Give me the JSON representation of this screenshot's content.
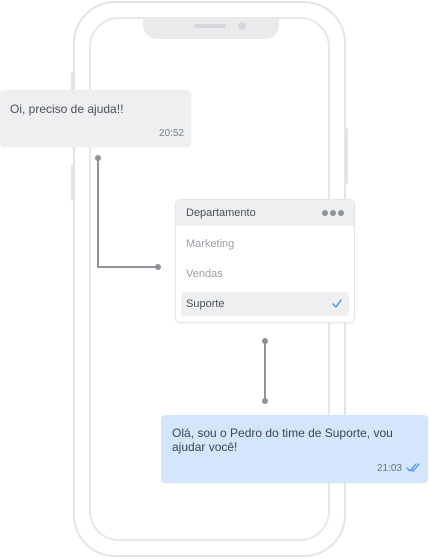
{
  "incoming_message": {
    "text": "Oi, preciso de ajuda!!",
    "time": "20:52"
  },
  "department_menu": {
    "title": "Departamento",
    "options": [
      {
        "label": "Marketing",
        "selected": false
      },
      {
        "label": "Vendas",
        "selected": false
      },
      {
        "label": "Suporte",
        "selected": true
      }
    ]
  },
  "outgoing_message": {
    "text": "Olá, sou o Pedro do time de Suporte, vou ajudar você!",
    "time": "21:03",
    "status_icon": "double-check-icon"
  },
  "colors": {
    "incoming_bubble": "#eeeff1",
    "outgoing_bubble": "#d3e6fb",
    "accent": "#4a90e2",
    "connector": "#8e9299"
  }
}
